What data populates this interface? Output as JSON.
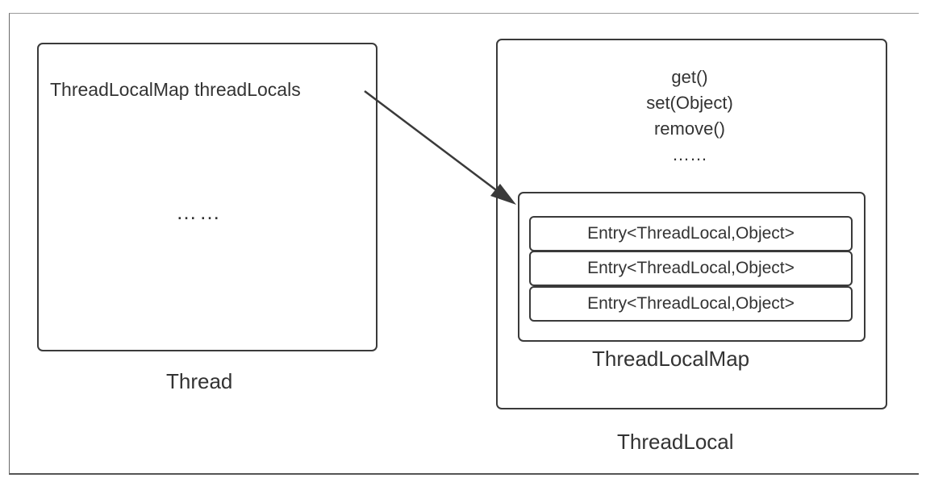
{
  "thread": {
    "field": "ThreadLocalMap threadLocals",
    "ellipsis": "……",
    "caption": "Thread"
  },
  "thread_local": {
    "methods": [
      "get()",
      "set(Object)",
      "remove()",
      "……"
    ],
    "caption": "ThreadLocal"
  },
  "thread_local_map": {
    "entries": [
      "Entry<ThreadLocal,Object>",
      "Entry<ThreadLocal,Object>",
      "Entry<ThreadLocal,Object>"
    ],
    "caption": "ThreadLocalMap"
  },
  "colors": {
    "stroke": "#3a3a3a",
    "text": "#333333"
  }
}
